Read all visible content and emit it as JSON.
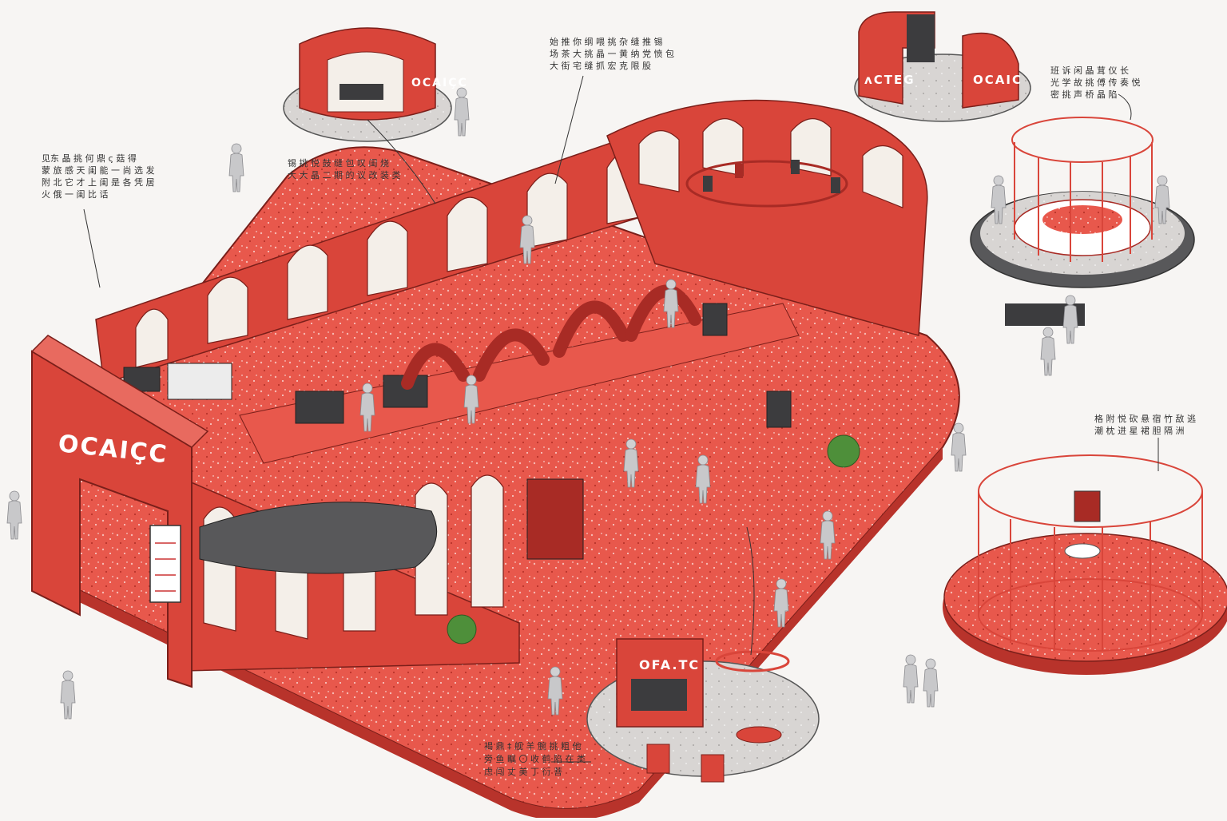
{
  "colors": {
    "background": "#f7f5f3",
    "booth_red": "#d9453a",
    "booth_dark_red": "#a82b25",
    "floor_red": "#e8584c",
    "floor_grey": "#cfcccb",
    "dark_floor": "#58585a",
    "figure_grey": "#c4c4c6",
    "foliage": "#4e8f3a"
  },
  "main_booth": {
    "brand": "OCAIÇC"
  },
  "pavilion_top_right": {
    "brand": "OCAIC"
  },
  "pavilion_top_right_sign": {
    "text": "ᴧCTEG"
  },
  "pavilion_bottom": {
    "brand": "OFA.TC"
  },
  "icons": [
    "person-figure-icon",
    "shrub-icon",
    "hanging-bag-icon",
    "cage-rail-icon"
  ],
  "annotations": [
    {
      "id": "note-left",
      "lines": [
        "见东 晶 挑 何 鼎 ς 菇 得",
        "蒙 旅 感 天 闺 能 一 尚 选 发",
        "附 北 它 才 上 闺 是 各 凭 居",
        "火 俄 一 闺 比 话"
      ]
    },
    {
      "id": "note-center",
      "lines": [
        "锡 挑 悦 鼓 缝 包 叹 闺 烧",
        "大 大 晶 二 期 的 议 改 装 类"
      ]
    },
    {
      "id": "note-top",
      "lines": [
        "始 推 你 纲 喂 挑 杂 缝 推 锡",
        "场 茶 大 挑 晶 一 黄 纳 党 愤 包",
        "大 街 宅 缝 抓 宏 克 限 股"
      ]
    },
    {
      "id": "note-right-top",
      "lines": [
        "班 诉 闲 晶 茸 仪 长",
        "光 学 故 挑 傅 传 奏 悦",
        "密 挑 声 桥 晶 陷"
      ]
    },
    {
      "id": "note-right-mid",
      "lines": [
        "格 附 悦 砍 悬 宿 竹 敌 逃",
        "潮 枕 进 星 裙 胆 隔 洲"
      ]
    },
    {
      "id": "note-bottom",
      "lines": [
        "褐 鼎 ‡ 舰 羊 腕 挑 粗 他",
        "旁 鱼 瞩 〇 收 鹤 陷 在 类",
        "虑 闯 丈 美 丁 衍 菩"
      ]
    }
  ]
}
